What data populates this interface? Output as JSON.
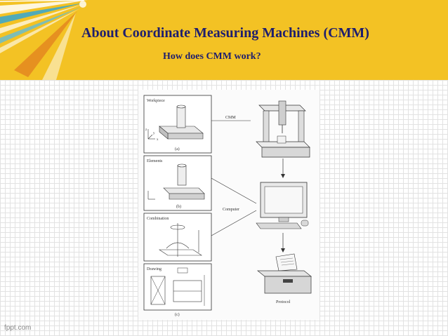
{
  "slide": {
    "title": "About Coordinate Measuring Machines (CMM)",
    "subtitle": "How does CMM work?",
    "footer": "fppt.com"
  },
  "figure": {
    "panels": [
      {
        "label": "Workpiece",
        "caption": "(a)"
      },
      {
        "label": "Elements",
        "caption": "(b)"
      },
      {
        "label": "Combination",
        "caption": ""
      },
      {
        "label": "Drawing",
        "caption": "(c)"
      }
    ],
    "cmm_label": "CMM",
    "computer_label": "Computer",
    "protocol_label": "Protocol",
    "axis": {
      "x": "x",
      "y": "y",
      "z": "z"
    }
  },
  "colors": {
    "header_bg": "#f3c224",
    "title_color": "#1e1e6e"
  }
}
